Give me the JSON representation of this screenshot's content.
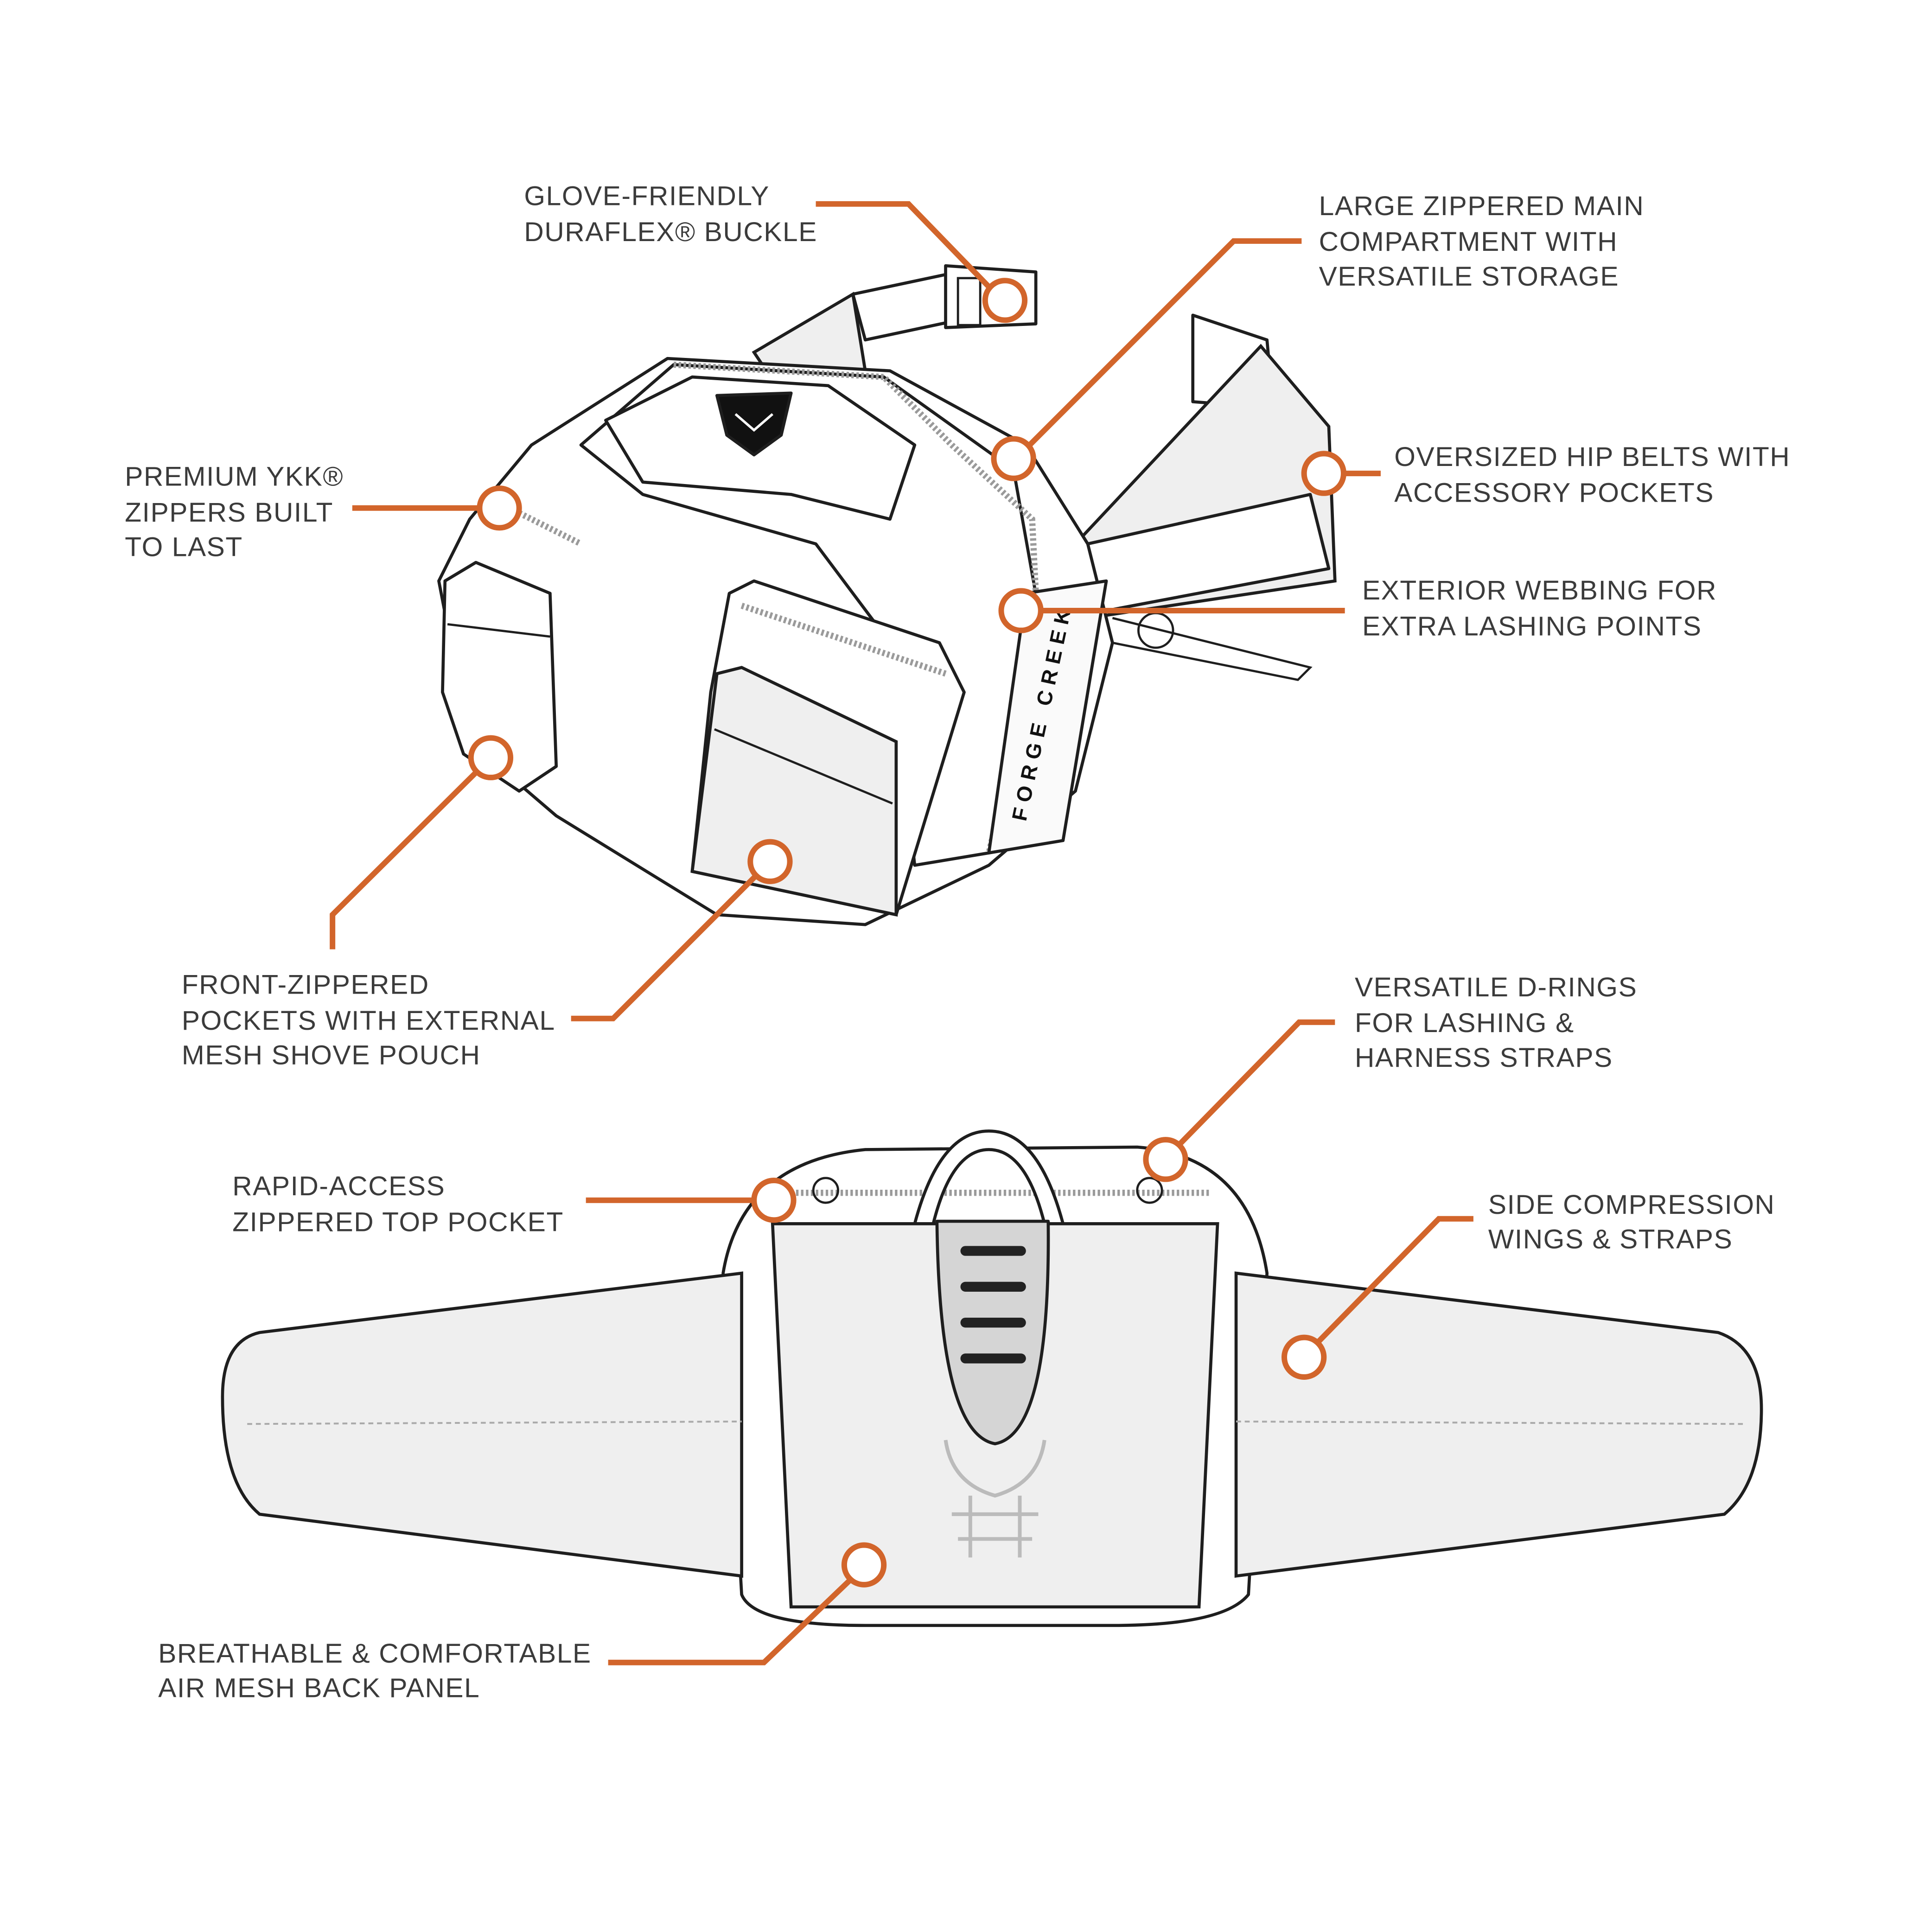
{
  "colors": {
    "accent": "#d2652b",
    "text": "#3b3b3b",
    "outline": "#1e1e1e"
  },
  "brand_text": "FORGE CREEK",
  "callouts": {
    "buckle": [
      "GLOVE-FRIENDLY",
      "DURAFLEX® BUCKLE"
    ],
    "main_compartment": [
      "LARGE ZIPPERED MAIN",
      "COMPARTMENT WITH",
      "VERSATILE STORAGE"
    ],
    "zippers": [
      "PREMIUM YKK®",
      "ZIPPERS BUILT",
      "TO LAST"
    ],
    "hip_belts": [
      "OVERSIZED HIP BELTS WITH",
      "ACCESSORY POCKETS"
    ],
    "webbing": [
      "EXTERIOR WEBBING FOR",
      "EXTRA LASHING POINTS"
    ],
    "front_pockets": [
      "FRONT-ZIPPERED",
      "POCKETS WITH EXTERNAL",
      "MESH SHOVE POUCH"
    ],
    "d_rings": [
      "VERSATILE D-RINGS",
      "FOR LASHING &",
      "HARNESS STRAPS"
    ],
    "top_pocket": [
      "RAPID-ACCESS",
      "ZIPPERED TOP POCKET"
    ],
    "compression": [
      "SIDE COMPRESSION",
      "WINGS & STRAPS"
    ],
    "back_panel": [
      "BREATHABLE & COMFORTABLE",
      "AIR MESH BACK PANEL"
    ]
  }
}
